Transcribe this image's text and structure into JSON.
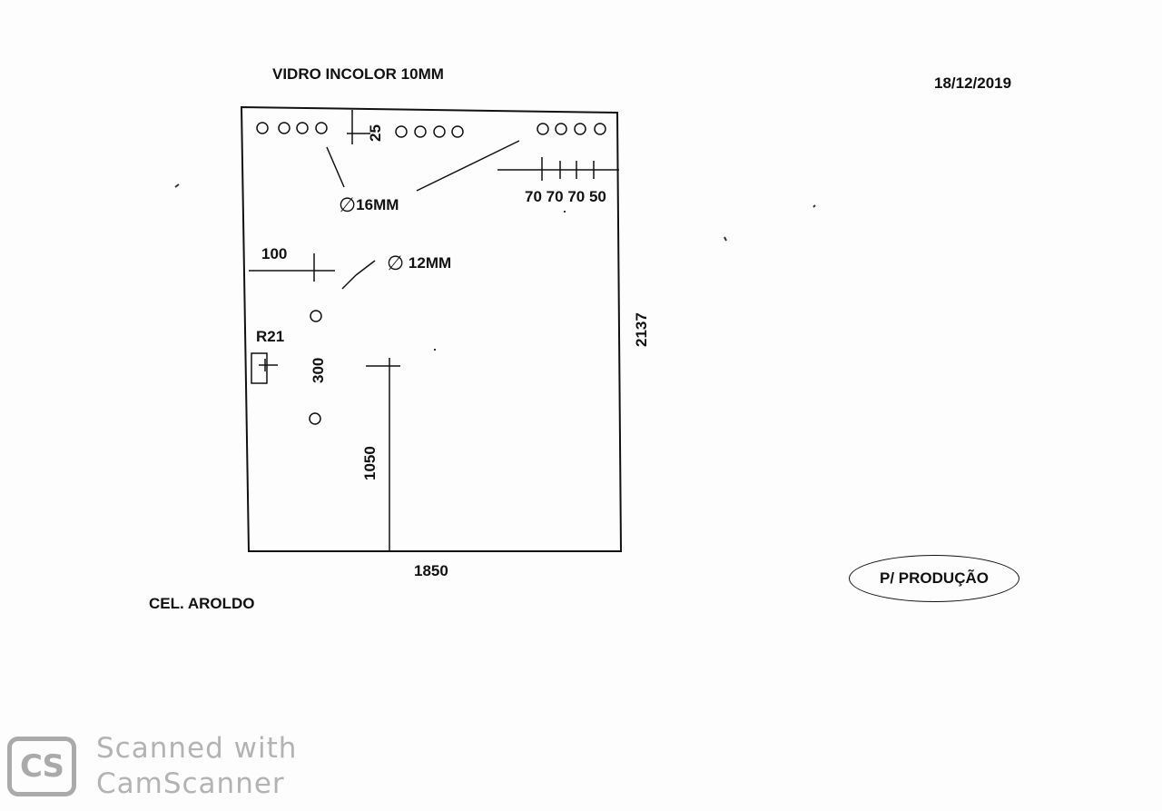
{
  "header": {
    "material": "VIDRO INCOLOR 10MM",
    "date": "18/12/2019"
  },
  "dimensions": {
    "width": "1850",
    "height": "2137",
    "top_offset": "25",
    "hole_spacing": [
      "70",
      "70",
      "70",
      "50"
    ],
    "left_offset": "100",
    "vertical_hole_spacing": "300",
    "lower_height": "1050",
    "radius": "R21"
  },
  "holes": {
    "large_diameter": "16MM",
    "small_diameter": "12MM",
    "diameter_symbol": "∅"
  },
  "footer": {
    "client": "CEL. AROLDO",
    "stamp": "P/ PRODUÇÃO"
  },
  "watermark": {
    "logo": "CS",
    "line1": "Scanned with",
    "line2": "CamScanner"
  }
}
